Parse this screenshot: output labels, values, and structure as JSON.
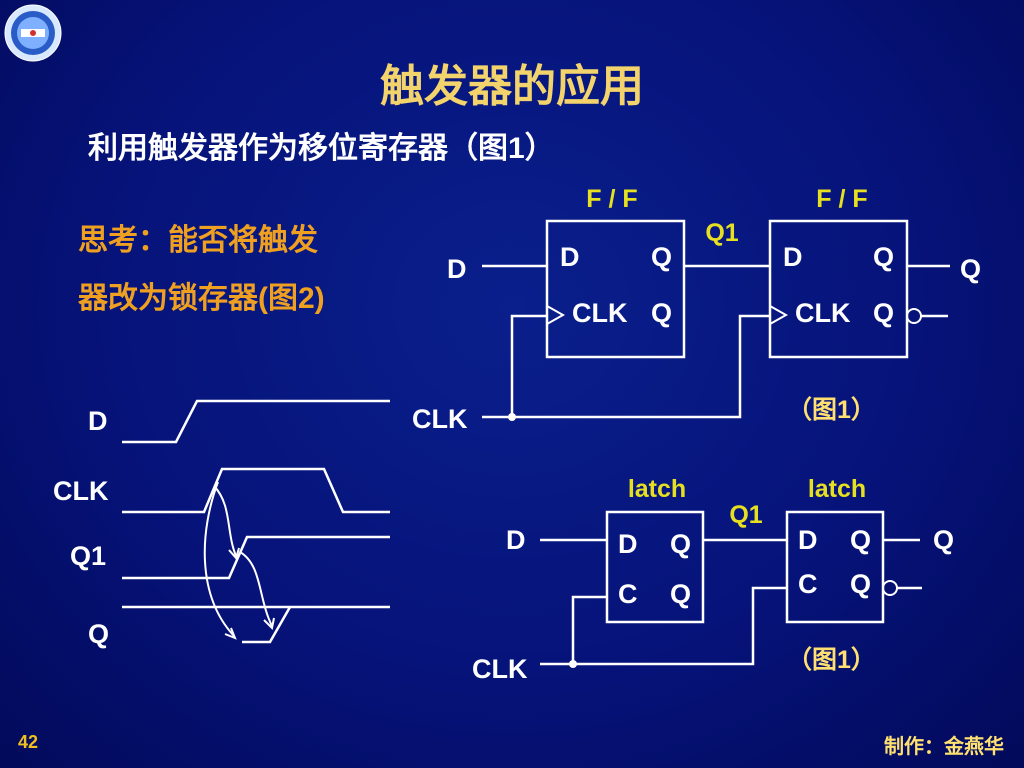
{
  "title": "触发器的应用",
  "subtitle": "利用触发器作为移位寄存器（图1）",
  "think": {
    "line1": "思考：能否将触发",
    "line2": "器改为锁存器(图2)"
  },
  "page_number": "42",
  "author": "制作：金燕华",
  "figure1": {
    "ff_label": "F / F",
    "pin_d": "D",
    "pin_q": "Q",
    "pin_clk": "CLK",
    "input_d": "D",
    "input_clk": "CLK",
    "q1_label": "Q1",
    "output_q": "Q",
    "caption": "（图1）"
  },
  "figure2": {
    "latch_label": "latch",
    "pin_d": "D",
    "pin_c": "C",
    "pin_q": "Q",
    "input_d": "D",
    "input_clk": "CLK",
    "q1_label": "Q1",
    "output_q": "Q",
    "caption": "（图1）"
  },
  "timing": {
    "signals": [
      "D",
      "CLK",
      "Q1",
      "Q"
    ]
  },
  "colors": {
    "title": "#f3d36b",
    "think": "#f0a020",
    "ff_label": "#e6e020",
    "background": "#06137a"
  },
  "icons": {
    "logo": "university-seal-icon"
  }
}
